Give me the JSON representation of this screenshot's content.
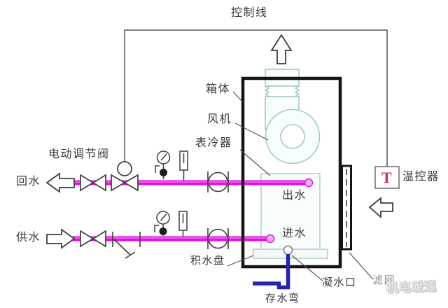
{
  "labels": {
    "control_line": "控制线",
    "cabinet": "箱体",
    "fan": "风机",
    "surface_cooler": "表冷器",
    "electric_regulating_valve": "电动调节阀",
    "return_water": "回水",
    "supply_water": "供水",
    "water_outlet": "出水",
    "water_inlet": "进水",
    "drain_pan": "积水盘",
    "condensate_port": "凝水口",
    "water_trap": "存水弯",
    "thermostat": "温控器",
    "thermostat_symbol": "T",
    "filter_screen": "滤网",
    "watermark": "机电暖通"
  },
  "colors": {
    "pipe_magenta": "#e211e2",
    "duct_teal": "#a5c6c9",
    "drain_blue": "#2424ae",
    "thermostat_red": "#c23a52",
    "line_dark": "#3c3c3c",
    "cabinet_black": "#141414"
  },
  "symbols": {
    "air_outlet_arrow": "hollow arrow up",
    "air_inlet_arrow": "hollow arrow left",
    "return_flow_arrow": "hollow arrow left",
    "supply_flow_arrow": "hollow arrow right",
    "gate_valve": "bowtie",
    "electric_valve_actuator": "circle on bowtie",
    "strainer": "diagonal leg with ticks",
    "pressure_gauge": "circle with needle and ball valve",
    "thermometer": "vertical well",
    "flexible_joint": "circle with side ticks",
    "filter_section": "dashed panel",
    "condensate_trap": "blue offset pipe"
  }
}
